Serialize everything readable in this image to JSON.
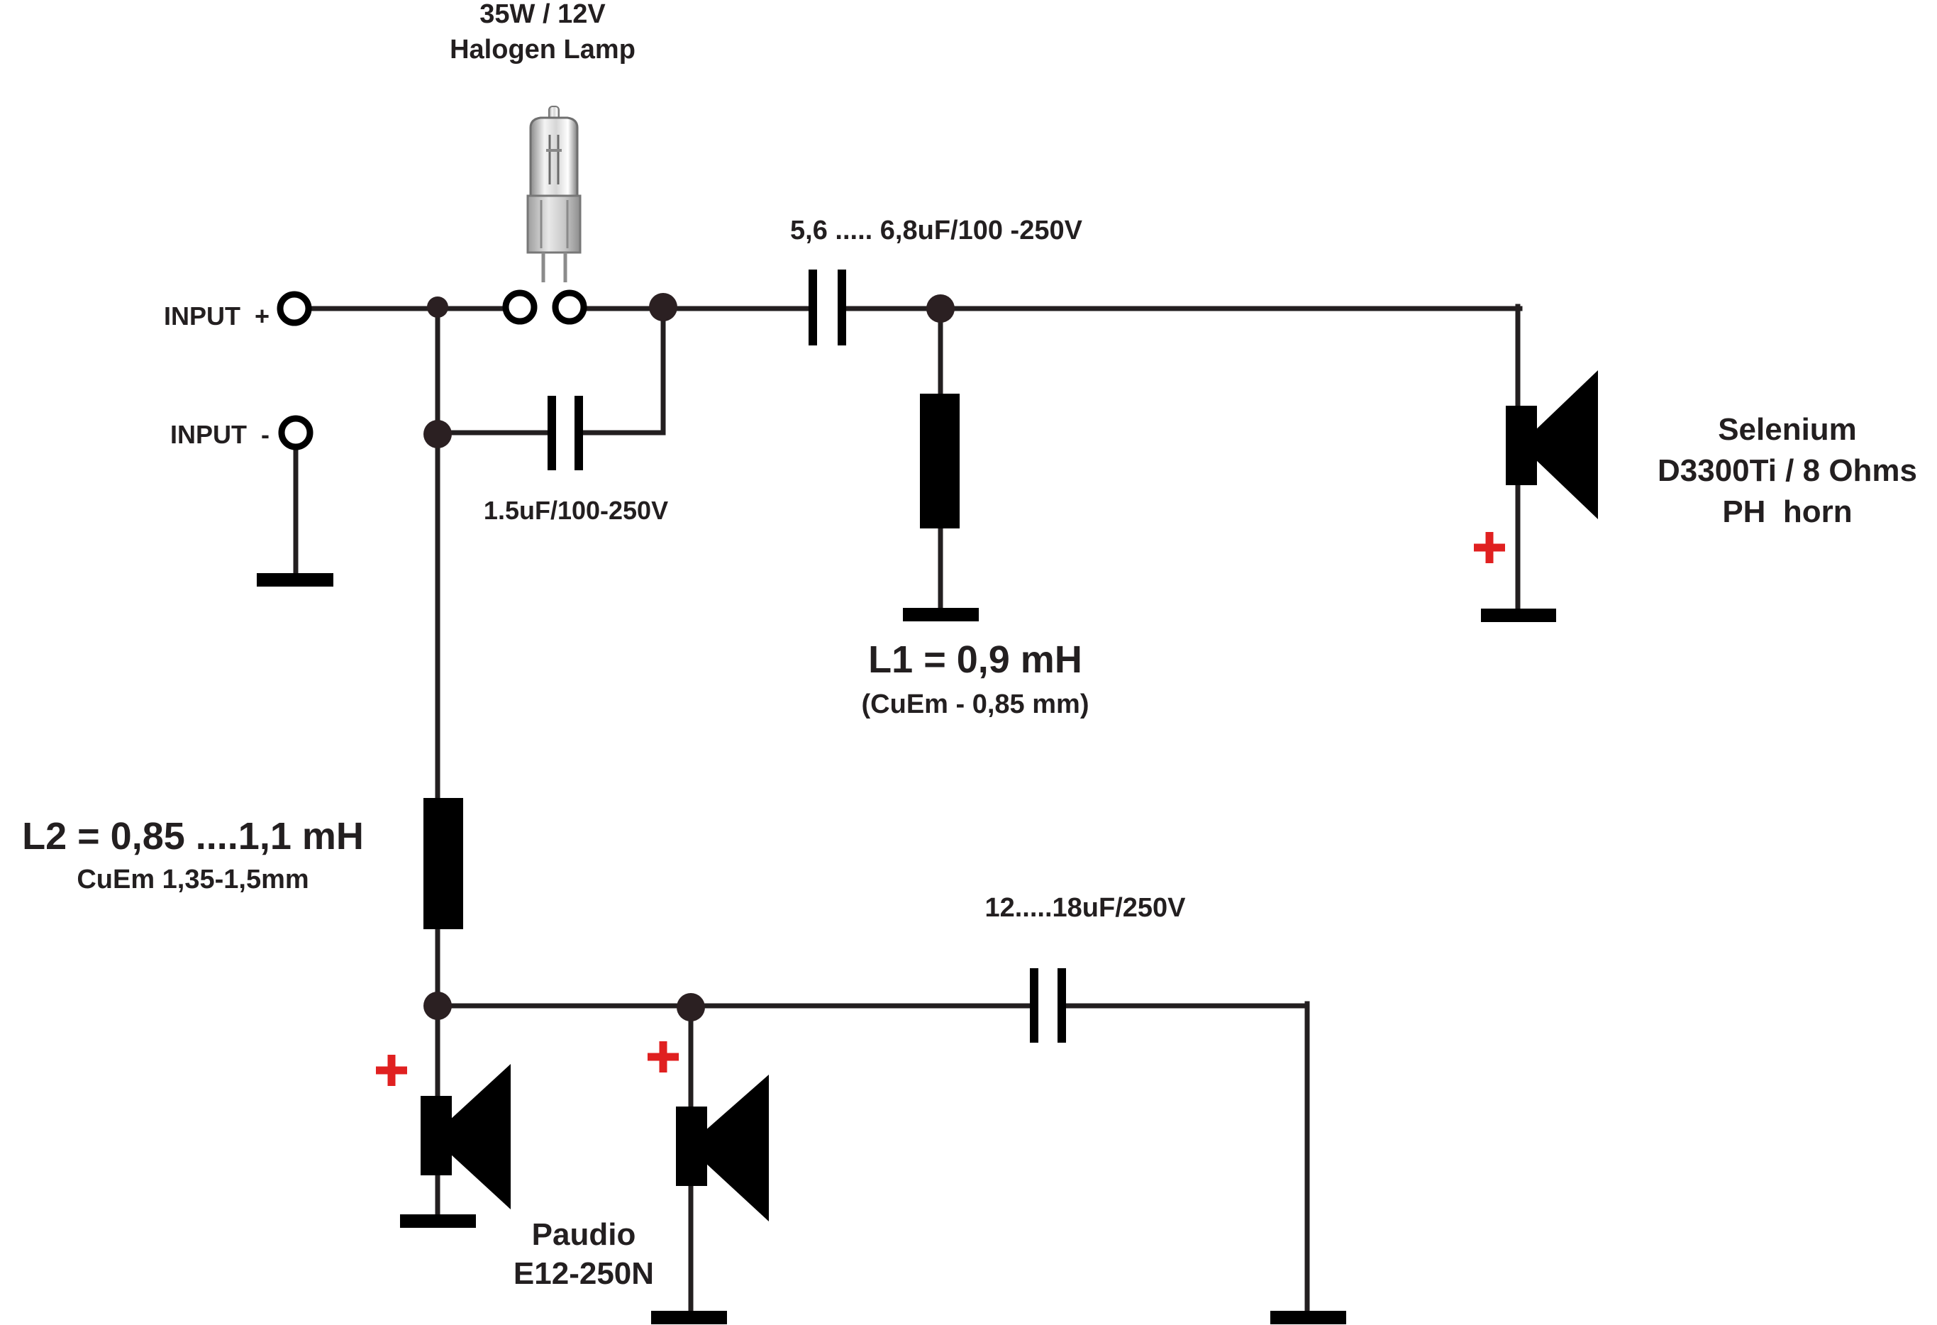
{
  "lamp": {
    "rating": "35W / 12V",
    "name": "Halogen Lamp"
  },
  "inputs": {
    "positive": "INPUT  +",
    "negative": "INPUT  -"
  },
  "capacitors": {
    "series_main": "5,6 ..... 6,8uF/100 -250V",
    "bypass_lamp": "1.5uF/100-250V",
    "woofer_series": "12.....18uF/250V"
  },
  "inductors": {
    "l1": {
      "value": "L1 = 0,9 mH",
      "wire": "(CuEm - 0,85 mm)"
    },
    "l2": {
      "value": "L2 = 0,85 ....1,1 mH",
      "wire": "CuEm 1,35-1,5mm"
    }
  },
  "tweeter": {
    "brand": "Selenium",
    "model": "D3300Ti / 8 Ohms",
    "horn": "PH  horn"
  },
  "woofer": {
    "brand": "Paudio",
    "model": "E12-250N"
  },
  "polarity_mark": "+",
  "colors": {
    "wire": "#231f20",
    "polarity": "#e02020"
  }
}
